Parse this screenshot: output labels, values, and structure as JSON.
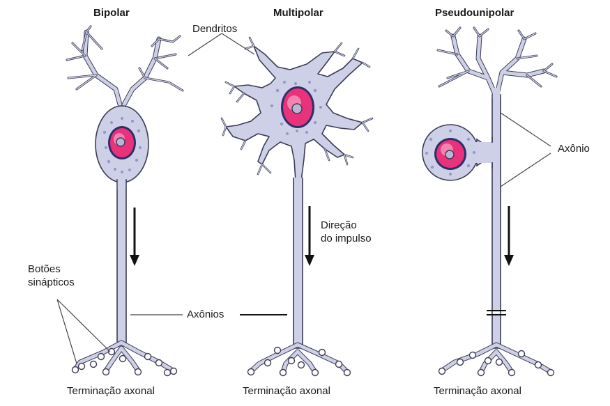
{
  "titles": {
    "bipolar": "Bipolar",
    "multipolar": "Multipolar",
    "pseudounipolar": "Pseudounipolar"
  },
  "labels": {
    "dendritos": "Dendritos",
    "axonio": "Axônio",
    "axonios": "Axônios",
    "direcao_line1": "Direção",
    "direcao_line2": "do impulso",
    "botoes_line1": "Botões",
    "botoes_line2": "sinápticos",
    "terminacao": "Terminação axonal"
  },
  "colors": {
    "cell_fill": "#cdd0e6",
    "cell_stroke": "#3b3b55",
    "nucleus": "#e8337a",
    "nucleus_light": "#f6a7c6",
    "nucleolus": "#b9b6d6",
    "granules": "#8e8bc4",
    "leader_line": "#444444",
    "arrow": "#111111"
  }
}
